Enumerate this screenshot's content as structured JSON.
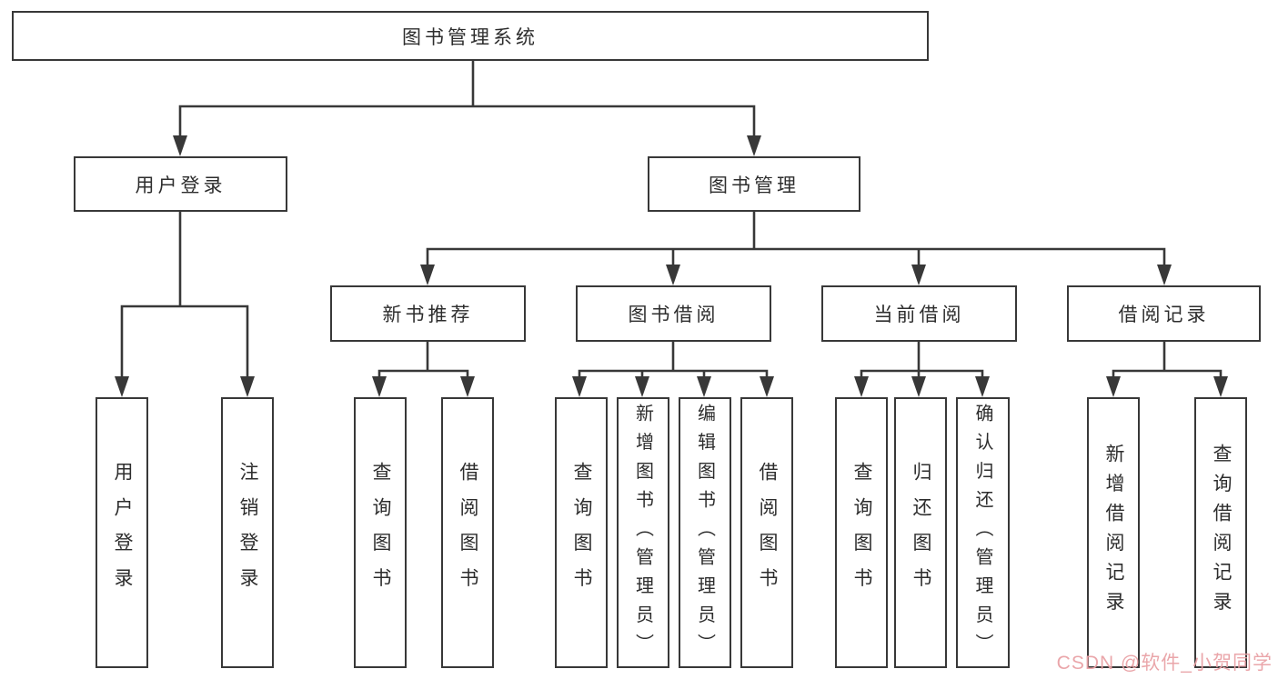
{
  "diagram": {
    "type": "hierarchy-tree",
    "root": {
      "label": "图书管理系统"
    },
    "level2": [
      {
        "label": "用户登录",
        "parent": "图书管理系统"
      },
      {
        "label": "图书管理",
        "parent": "图书管理系统"
      }
    ],
    "level3": [
      {
        "label": "新书推荐",
        "parent": "图书管理"
      },
      {
        "label": "图书借阅",
        "parent": "图书管理"
      },
      {
        "label": "当前借阅",
        "parent": "图书管理"
      },
      {
        "label": "借阅记录",
        "parent": "图书管理"
      }
    ],
    "leaves": [
      {
        "label": "用户登录",
        "parent": "用户登录"
      },
      {
        "label": "注销登录",
        "parent": "用户登录"
      },
      {
        "label": "查询图书",
        "parent": "新书推荐"
      },
      {
        "label": "借阅图书",
        "parent": "新书推荐"
      },
      {
        "label": "查询图书",
        "parent": "图书借阅"
      },
      {
        "label": "新增图书（管理员）",
        "parent": "图书借阅"
      },
      {
        "label": "编辑图书（管理员）",
        "parent": "图书借阅"
      },
      {
        "label": "借阅图书",
        "parent": "图书借阅"
      },
      {
        "label": "查询图书",
        "parent": "当前借阅"
      },
      {
        "label": "归还图书",
        "parent": "当前借阅"
      },
      {
        "label": "确认归还（管理员）",
        "parent": "当前借阅"
      },
      {
        "label": "新增借阅记录",
        "parent": "借阅记录"
      },
      {
        "label": "查询借阅记录",
        "parent": "借阅记录"
      }
    ]
  },
  "colors": {
    "line": "#383838",
    "box_border": "#383838",
    "box_background": "#ffffff",
    "text": "#2d2d2d",
    "page_background": "#ffffff",
    "watermark": "#e9a2a6"
  },
  "watermark": {
    "text": "CSDN @软件_小贺同学"
  }
}
